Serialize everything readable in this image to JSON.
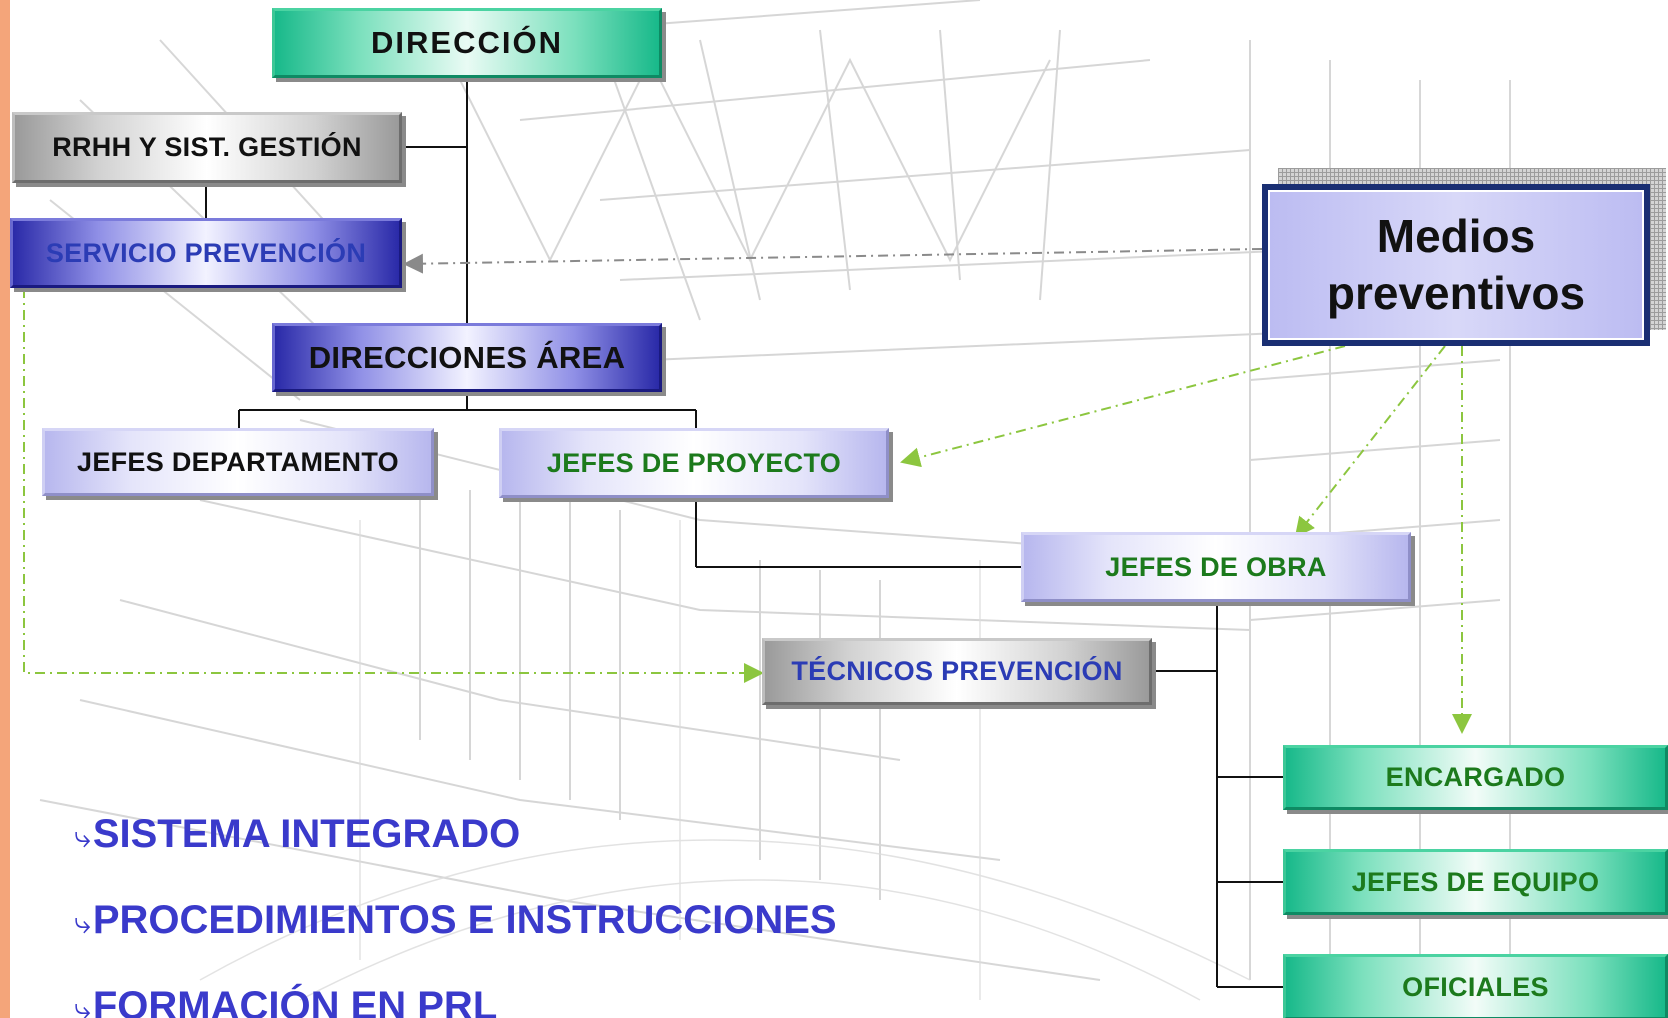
{
  "org_chart": {
    "direccion": "DIRECCIÓN",
    "rrhh": "RRHH Y SIST. GESTIÓN",
    "servicio_prevencion": "SERVICIO PREVENCIÓN",
    "direcciones_area": "DIRECCIONES ÁREA",
    "jefes_departamento": "JEFES DEPARTAMENTO",
    "jefes_proyecto": "JEFES DE PROYECTO",
    "jefes_obra": "JEFES DE OBRA",
    "tecnicos_prevencion": "TÉCNICOS PREVENCIÓN",
    "encargado": "ENCARGADO",
    "jefes_equipo": "JEFES DE EQUIPO",
    "oficiales": "OFICIALES"
  },
  "medios": {
    "line1": "Medios",
    "line2": "preventivos"
  },
  "bullets": [
    {
      "icon": "hook-arrow-icon",
      "text": "SISTEMA INTEGRADO"
    },
    {
      "icon": "hook-arrow-icon",
      "text": "PROCEDIMIENTOS E INSTRUCCIONES"
    },
    {
      "icon": "hook-arrow-icon",
      "text": "FORMACIÓN EN PRL"
    }
  ],
  "colors": {
    "green_dashed": "#8cc63f",
    "gray_dashed": "#8a8a8a",
    "accent_blue": "#3a3acb",
    "accent_green": "#1c7a1c",
    "left_strip": "#f4a57a"
  }
}
